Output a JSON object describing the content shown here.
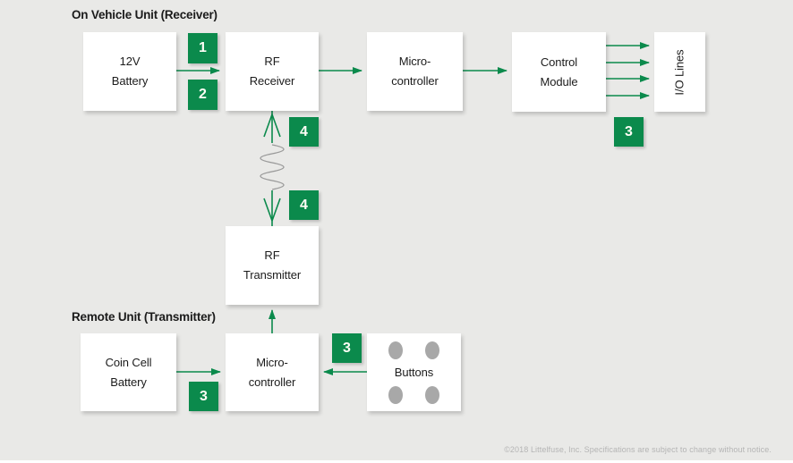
{
  "diagram": {
    "receiver_title": "On Vehicle Unit (Receiver)",
    "transmitter_title": "Remote Unit (Transmitter)",
    "boxes": {
      "battery_12v": {
        "line1": "12V",
        "line2": "Battery"
      },
      "rf_receiver": {
        "line1": "RF",
        "line2": "Receiver"
      },
      "microcontroller_receiver": {
        "line1": "Micro-",
        "line2": "controller"
      },
      "control_module": {
        "line1": "Control",
        "line2": "Module"
      },
      "io_lines": {
        "label": "I/O Lines"
      },
      "rf_transmitter": {
        "line1": "RF",
        "line2": "Transmitter"
      },
      "coin_cell_battery": {
        "line1": "Coin Cell",
        "line2": "Battery"
      },
      "microcontroller_remote": {
        "line1": "Micro-",
        "line2": "controller"
      },
      "buttons": {
        "label": "Buttons",
        "dot_count": 4
      }
    },
    "badges": {
      "step1": "1",
      "step2": "2",
      "step3_io": "3",
      "step3_coin": "3",
      "step3_buttons": "3",
      "step4_upper": "4",
      "step4_lower": "4"
    },
    "footer": "©2018 Littelfuse, Inc. Specifications are subject to change without notice.",
    "colors": {
      "green": "#0b8a4c",
      "background": "#e9e9e7",
      "wave": "#999999",
      "button_dot": "#a8a8a8"
    }
  }
}
